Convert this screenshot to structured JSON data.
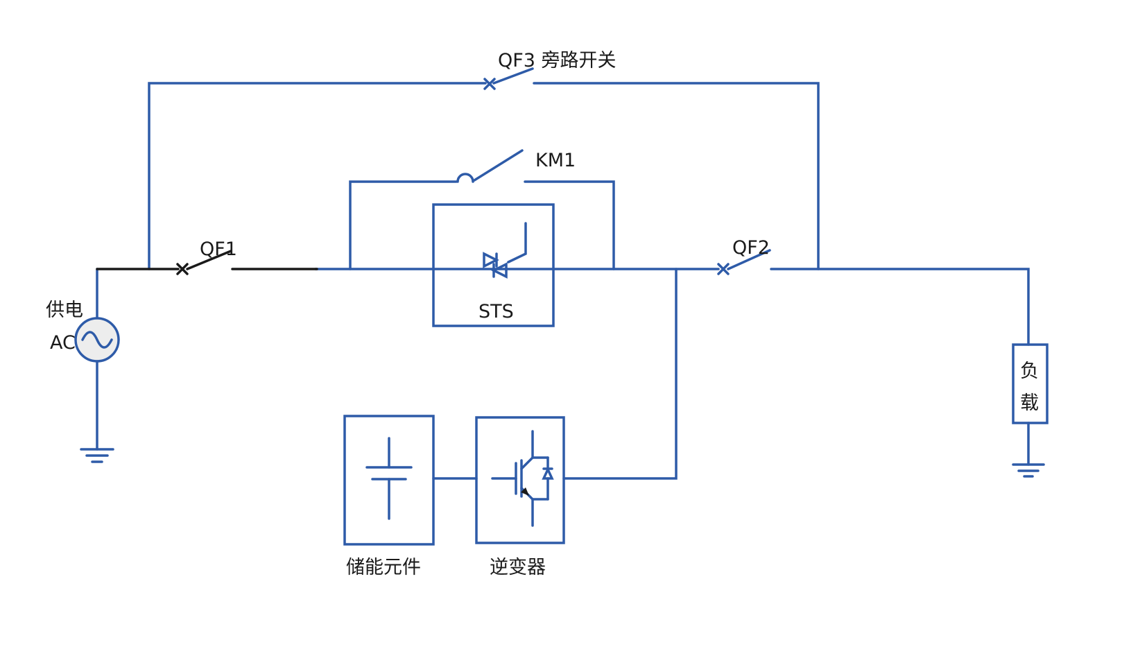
{
  "diagram": {
    "labels": {
      "qf3_bypass": "QF3 旁路开关",
      "km1": "KM1",
      "qf1": "QF1",
      "qf2": "QF2",
      "sts": "STS",
      "supply": "供电",
      "ac": "AC",
      "load_char1": "负",
      "load_char2": "载",
      "storage": "储能元件",
      "inverter": "逆变器"
    },
    "colors": {
      "line_blue": "#2e5ba8",
      "line_black": "#1a1a1a",
      "text": "#1a1a1a",
      "source_fill": "#ededed",
      "background": "#ffffff"
    }
  }
}
